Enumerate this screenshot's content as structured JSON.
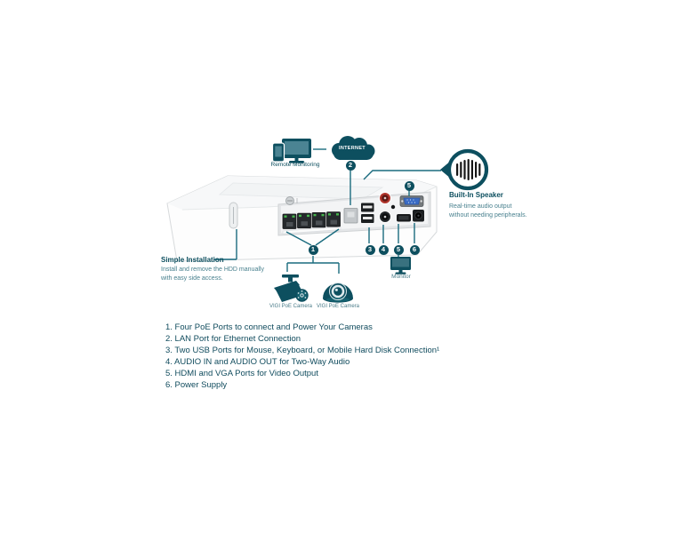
{
  "callouts": {
    "remote_monitoring": {
      "label": "Remote Monitoring"
    },
    "internet": {
      "label": "INTERNET"
    },
    "built_in_speaker": {
      "title": "Built-In Speaker",
      "description_line1": "Real-time audio output",
      "description_line2": "without needing peripherals."
    },
    "simple_installation": {
      "title": "Simple Installation",
      "description_line1": "Install and remove the HDD manually",
      "description_line2": "with easy side access."
    },
    "monitor": {
      "label": "Monitor"
    },
    "camera_left": {
      "label": "VIGI PoE Camera"
    },
    "camera_right": {
      "label": "VIGI PoE Camera"
    }
  },
  "badges": {
    "poe": "1",
    "lan": "2",
    "usb": "3",
    "audio": "4",
    "video_rear": "5",
    "video_front": "5",
    "power": "6"
  },
  "feature_list": [
    "1. Four PoE Ports to connect and Power Your Cameras",
    "2. LAN Port for Ethernet Connection",
    "3. Two USB Ports for Mouse, Keyboard, or Mobile Hard Disk Connection¹",
    "4. AUDIO IN and AUDIO OUT for Two-Way Audio",
    "5. HDMI and VGA Ports for Video Output",
    "6. Power Supply"
  ],
  "colors": {
    "brand_teal": "#0d4f5f",
    "connector_line": "#1a6b7e",
    "led_green": "#46b64d",
    "vga_blue": "#3a6bc4",
    "rca_red": "#b0352c"
  }
}
